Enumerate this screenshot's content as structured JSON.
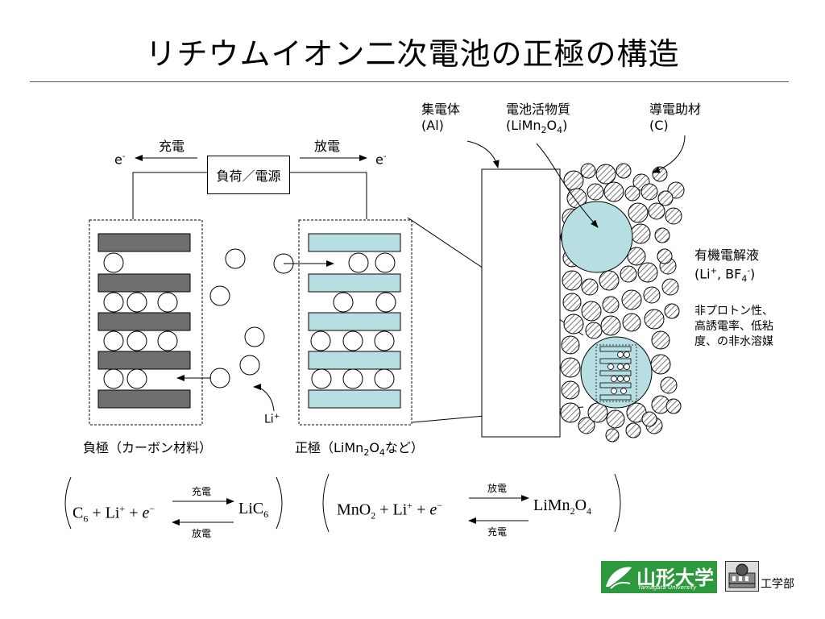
{
  "title": "リチウムイオン二次電池の正極の構造",
  "circuit": {
    "load_label": "負荷／電源",
    "charge_label": "充電",
    "discharge_label": "放電",
    "electron_left": "e",
    "electron_left_sup": "-",
    "electron_right": "e",
    "electron_right_sup": "-"
  },
  "ion_label": "Li",
  "ion_label_sup": "+",
  "negative_label": "負極（カーボン材料）",
  "positive_label": {
    "pre": "正極（LiMn",
    "sub1": "2",
    "mid": "O",
    "sub2": "4",
    "post": "など）"
  },
  "detail": {
    "collector": {
      "name": "集電体",
      "formula": "(Al)"
    },
    "active": {
      "name": "電池活物質",
      "formula_pre": "(LiMn",
      "sub1": "2",
      "formula_mid": "O",
      "sub2": "4",
      "formula_post": ")"
    },
    "additive": {
      "name": "導電助材",
      "formula": "(C)"
    },
    "electrolyte": {
      "name": "有機電解液",
      "formula_pre": "(Li",
      "sup1": "+",
      "formula_mid": ", BF",
      "sub": "4",
      "sup2": "-",
      "formula_post": ")",
      "desc_lines": [
        "非プロトン性、",
        "高誘電率、低粘",
        "度、の非水溶媒"
      ]
    }
  },
  "equations": {
    "neg": {
      "left": "C",
      "left_sub": "6",
      "plus1": "+",
      "ion": "Li",
      "ion_sup": "+",
      "plus2": "+",
      "e": "e",
      "e_sup": "−",
      "right": "LiC",
      "right_sub": "6",
      "top_arrow_label": "充電",
      "bottom_arrow_label": "放電"
    },
    "pos": {
      "left": "MnO",
      "left_sub": "2",
      "plus1": "+",
      "ion": "Li",
      "ion_sup": "+",
      "plus2": "+",
      "e": "e",
      "e_sup": "−",
      "right1": "LiMn",
      "right_sub1": "2",
      "right2": "O",
      "right_sub2": "4",
      "top_arrow_label": "放電",
      "bottom_arrow_label": "充電"
    }
  },
  "footer": {
    "university": "山形大学",
    "university_en": "Yamagata University",
    "faculty": "工学部"
  },
  "colors": {
    "graphite": "#6f6f6f",
    "cathode_layer": "#b7dfe3",
    "particle_fill": "#b7dfe3",
    "logo_green": "#2c9a3c"
  }
}
